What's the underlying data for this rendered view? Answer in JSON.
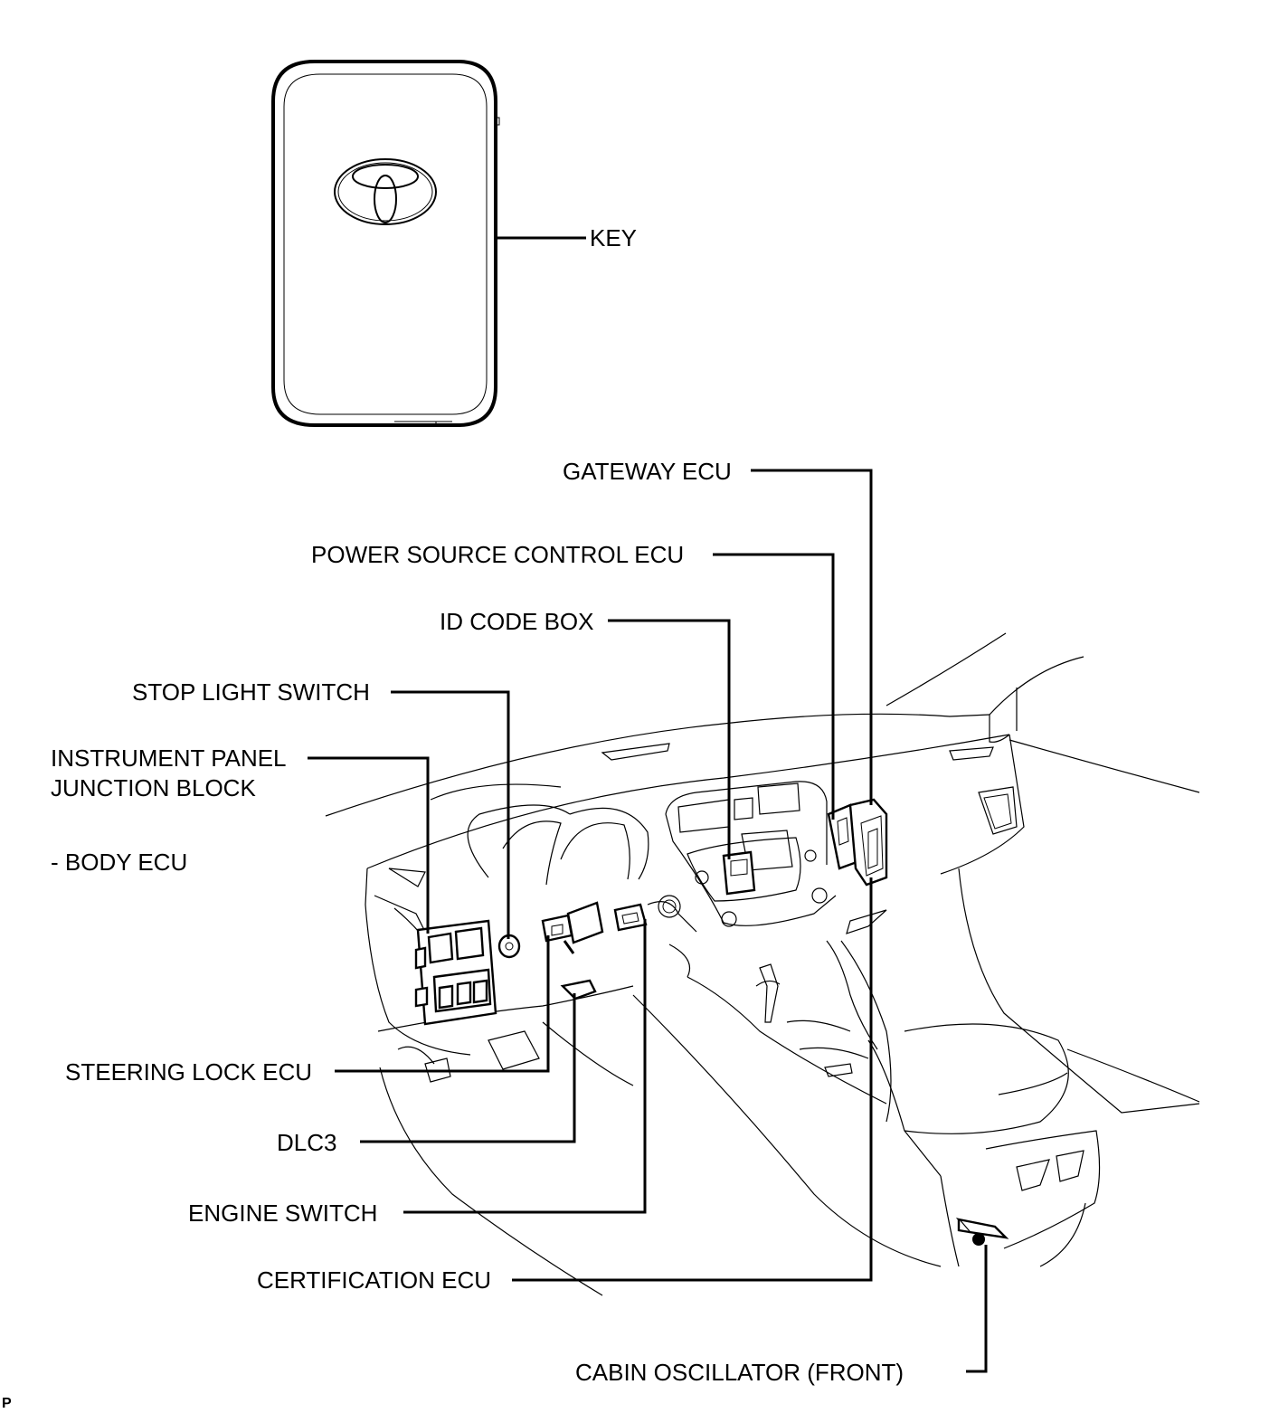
{
  "labels": {
    "key": "KEY",
    "gateway_ecu": "GATEWAY ECU",
    "power_source_control_ecu": "POWER SOURCE CONTROL ECU",
    "id_code_box": "ID CODE BOX",
    "stop_light_switch": "STOP LIGHT SWITCH",
    "instrument_panel_line1": "INSTRUMENT PANEL",
    "instrument_panel_line2": "JUNCTION BLOCK",
    "body_ecu": "- BODY ECU",
    "steering_lock_ecu": "STEERING LOCK ECU",
    "dlc3": "DLC3",
    "engine_switch": "ENGINE SWITCH",
    "certification_ecu": "CERTIFICATION ECU",
    "cabin_oscillator_front": "CABIN OSCILLATOR (FRONT)"
  },
  "corner_mark": "P",
  "icons": {
    "key_fob": "smart-key-fob",
    "logo": "toyota-emblem"
  }
}
